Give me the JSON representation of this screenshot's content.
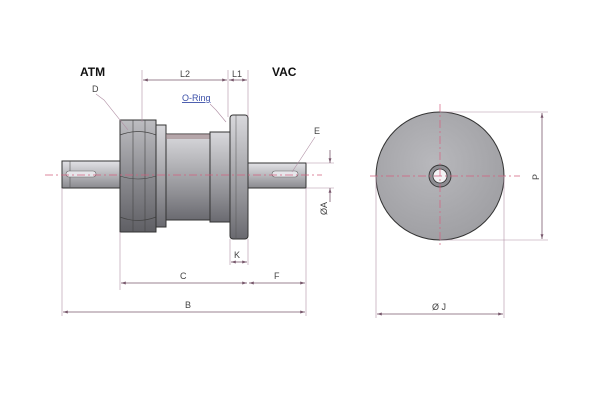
{
  "side_labels": {
    "atm": "ATM",
    "vac": "VAC"
  },
  "callouts": {
    "d": "D",
    "o_ring": "O-Ring",
    "e": "E"
  },
  "dimensions": {
    "l2": "L2",
    "l1": "L1",
    "a": "ØA",
    "k": "K",
    "c": "C",
    "f": "F",
    "b": "B",
    "j": "Ø J",
    "p": "P"
  },
  "colors": {
    "part_fill": "#a9a9ad",
    "part_light": "#c9c9cd",
    "part_dark": "#6d6d72",
    "dimension_line": "#7a5a6e",
    "center_line": "#d4607f",
    "label_blue": "#3b4fa8"
  }
}
